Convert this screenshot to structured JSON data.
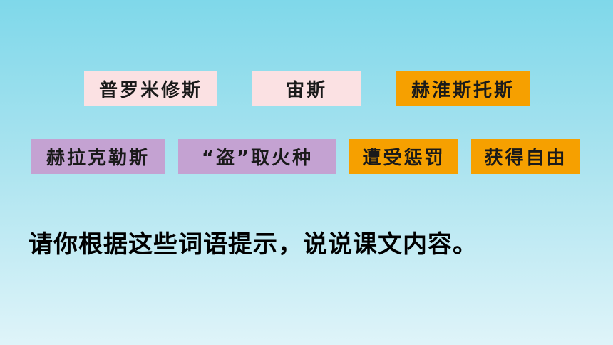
{
  "cards": [
    {
      "label": "普罗米修斯",
      "color": "#fbe1e3"
    },
    {
      "label": "宙斯",
      "color": "#fbe1e3"
    },
    {
      "label": "赫淮斯托斯",
      "color": "#f6a000"
    },
    {
      "label": "赫拉克勒斯",
      "color": "#c4a2d2"
    },
    {
      "label": "“盗”取火种",
      "color": "#c4a2d2"
    },
    {
      "label": "遭受惩罚",
      "color": "#f6a000"
    },
    {
      "label": "获得自由",
      "color": "#f6a000"
    }
  ],
  "prompt": "请你根据这些词语提示，说说课文内容。",
  "colors": {
    "background_top": "#7fd8ea",
    "background_bottom": "#dff4f9",
    "text": "#000000"
  }
}
